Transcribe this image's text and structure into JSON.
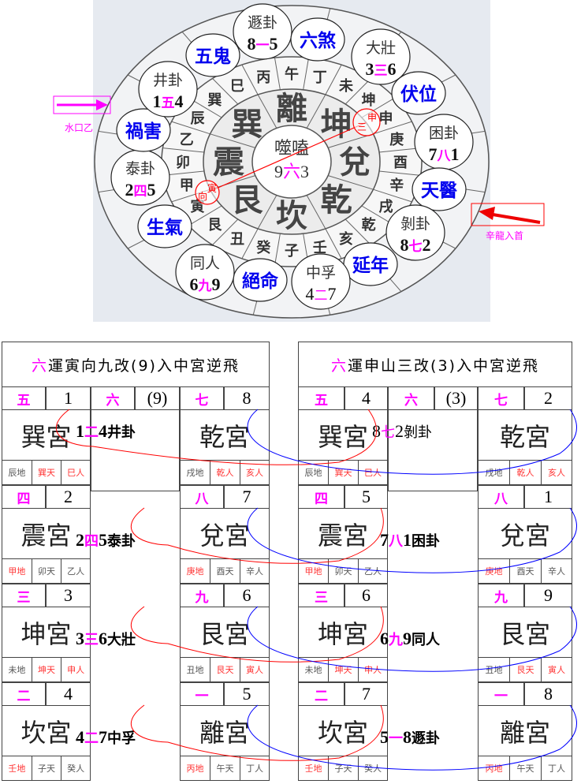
{
  "diagram": {
    "background": "#e6eaf0",
    "center": {
      "name": "噬嗑",
      "left": "9",
      "mid": "六",
      "right": "3"
    },
    "trigrams": [
      "離",
      "坤",
      "兌",
      "乾",
      "坎",
      "艮",
      "震",
      "巽"
    ],
    "mountains": [
      "午",
      "丁",
      "未",
      "坤",
      "申",
      "庚",
      "酉",
      "辛",
      "戌",
      "乾",
      "亥",
      "壬",
      "子",
      "癸",
      "丑",
      "艮",
      "寅",
      "甲",
      "卯",
      "乙",
      "辰",
      "巽",
      "巳",
      "丙"
    ],
    "bubbles": [
      {
        "type": "hex",
        "name": "遯卦",
        "a": "8",
        "mid": "一",
        "b": "5"
      },
      {
        "type": "star",
        "name": "六煞"
      },
      {
        "type": "hex",
        "name": "大壯",
        "a": "3",
        "mid": "三",
        "b": "6"
      },
      {
        "type": "star",
        "name": "伏位"
      },
      {
        "type": "hex",
        "name": "困卦",
        "a": "7",
        "mid": "八",
        "b": "1"
      },
      {
        "type": "star",
        "name": "天醫"
      },
      {
        "type": "hex",
        "name": "剝卦",
        "a": "8",
        "mid": "七",
        "b": "2"
      },
      {
        "type": "star",
        "name": "延年"
      },
      {
        "type": "hex",
        "name": "中孚",
        "a": "4",
        "mid": "二",
        "b": "7",
        "plain": true
      },
      {
        "type": "star",
        "name": "絕命"
      },
      {
        "type": "hex",
        "name": "同人",
        "a": "6",
        "mid": "九",
        "b": "9"
      },
      {
        "type": "star",
        "name": "生氣"
      },
      {
        "type": "hex",
        "name": "泰卦",
        "a": "2",
        "mid": "四",
        "b": "5"
      },
      {
        "type": "star",
        "name": "禍害"
      },
      {
        "type": "hex",
        "name": "井卦",
        "a": "1",
        "mid": "五",
        "b": "4"
      },
      {
        "type": "star",
        "name": "五鬼"
      }
    ],
    "markers": {
      "facing": "向",
      "facing_mountain": "寅",
      "sitting_mountain": "申",
      "sitting_mark": "三"
    },
    "arrows": {
      "water_mouth": "水口乙",
      "dragon": "辛龍入首"
    },
    "colors": {
      "star": "#0000ee",
      "accent": "#ff00ff",
      "marker": "#ff0000"
    }
  },
  "tables": [
    {
      "title_prefix": "六",
      "title": "運寅向九改(9)入中宮逆飛",
      "center": {
        "cn": "六",
        "num": "(9)"
      },
      "rows": [
        {
          "left": {
            "cn": "五",
            "num": "1",
            "palace": "巽宮",
            "subs": [
              {
                "t": "辰地",
                "red": false
              },
              {
                "t": "巽天",
                "red": true
              },
              {
                "t": "巳人",
                "red": true
              }
            ]
          },
          "right": {
            "cn": "七",
            "num": "8",
            "palace": "乾宮",
            "subs": [
              {
                "t": "戌地",
                "red": false
              },
              {
                "t": "乾人",
                "red": true
              },
              {
                "t": "亥人",
                "red": true
              }
            ]
          },
          "annot": {
            "a": "1",
            "mid": "二",
            "b": "4",
            "name": "井卦"
          }
        },
        {
          "left": {
            "cn": "四",
            "num": "2",
            "palace": "震宮",
            "subs": [
              {
                "t": "甲地",
                "red": true
              },
              {
                "t": "卯天",
                "red": false
              },
              {
                "t": "乙人",
                "red": false
              }
            ]
          },
          "right": {
            "cn": "八",
            "num": "7",
            "palace": "兌宮",
            "subs": [
              {
                "t": "庚地",
                "red": true
              },
              {
                "t": "酉天",
                "red": false
              },
              {
                "t": "辛人",
                "red": false
              }
            ]
          },
          "annot": {
            "a": "2",
            "mid": "四",
            "b": "5",
            "name": "泰卦"
          }
        },
        {
          "left": {
            "cn": "三",
            "num": "3",
            "palace": "坤宮",
            "subs": [
              {
                "t": "未地",
                "red": false
              },
              {
                "t": "坤天",
                "red": true
              },
              {
                "t": "申人",
                "red": true
              }
            ]
          },
          "right": {
            "cn": "九",
            "num": "6",
            "palace": "艮宮",
            "subs": [
              {
                "t": "丑地",
                "red": false
              },
              {
                "t": "艮天",
                "red": true
              },
              {
                "t": "寅人",
                "red": true
              }
            ]
          },
          "annot": {
            "a": "3",
            "mid": "三",
            "b": "6",
            "name": "大壯"
          }
        },
        {
          "left": {
            "cn": "二",
            "num": "4",
            "palace": "坎宮",
            "subs": [
              {
                "t": "壬地",
                "red": true
              },
              {
                "t": "子天",
                "red": false
              },
              {
                "t": "癸人",
                "red": false
              }
            ]
          },
          "right": {
            "cn": "一",
            "num": "5",
            "palace": "離宮",
            "subs": [
              {
                "t": "丙地",
                "red": true
              },
              {
                "t": "午天",
                "red": false
              },
              {
                "t": "丁人",
                "red": false
              }
            ]
          },
          "annot": {
            "a": "4",
            "mid": "二",
            "b": "7",
            "name": "中孚"
          }
        }
      ]
    },
    {
      "title_prefix": "六",
      "title": "運申山三改(3)入中宮逆飛",
      "center": {
        "cn": "六",
        "num": "(3)"
      },
      "rows": [
        {
          "left": {
            "cn": "五",
            "num": "4",
            "palace": "巽宮",
            "subs": [
              {
                "t": "辰地",
                "red": false
              },
              {
                "t": "巽天",
                "red": true
              },
              {
                "t": "巳人",
                "red": true
              }
            ]
          },
          "right": {
            "cn": "七",
            "num": "2",
            "palace": "乾宮",
            "subs": [
              {
                "t": "戌地",
                "red": false
              },
              {
                "t": "乾人",
                "red": true
              },
              {
                "t": "亥人",
                "red": true
              }
            ]
          },
          "annot": {
            "a": "8",
            "mid": "七",
            "b": "2",
            "name": "剝卦",
            "plain": true
          }
        },
        {
          "left": {
            "cn": "四",
            "num": "5",
            "palace": "震宮",
            "subs": [
              {
                "t": "甲地",
                "red": true
              },
              {
                "t": "卯天",
                "red": false
              },
              {
                "t": "乙人",
                "red": false
              }
            ]
          },
          "right": {
            "cn": "八",
            "num": "1",
            "palace": "兌宮",
            "subs": [
              {
                "t": "庚地",
                "red": true
              },
              {
                "t": "酉天",
                "red": false
              },
              {
                "t": "辛人",
                "red": false
              }
            ]
          },
          "annot": {
            "a": "7",
            "mid": "八",
            "b": "1",
            "name": "困卦"
          }
        },
        {
          "left": {
            "cn": "三",
            "num": "6",
            "palace": "坤宮",
            "subs": [
              {
                "t": "未地",
                "red": false
              },
              {
                "t": "坤天",
                "red": true
              },
              {
                "t": "申人",
                "red": true
              }
            ]
          },
          "right": {
            "cn": "九",
            "num": "9",
            "palace": "艮宮",
            "subs": [
              {
                "t": "丑地",
                "red": false
              },
              {
                "t": "艮天",
                "red": true
              },
              {
                "t": "寅人",
                "red": true
              }
            ]
          },
          "annot": {
            "a": "6",
            "mid": "九",
            "b": "9",
            "name": "同人"
          }
        },
        {
          "left": {
            "cn": "二",
            "num": "7",
            "palace": "坎宮",
            "subs": [
              {
                "t": "壬地",
                "red": true
              },
              {
                "t": "子天",
                "red": false
              },
              {
                "t": "癸人",
                "red": false
              }
            ]
          },
          "right": {
            "cn": "一",
            "num": "8",
            "palace": "離宮",
            "subs": [
              {
                "t": "丙地",
                "red": true
              },
              {
                "t": "午天",
                "red": false
              },
              {
                "t": "丁人",
                "red": false
              }
            ]
          },
          "annot": {
            "a": "5",
            "mid": "一",
            "b": "8",
            "name": "遯卦"
          }
        }
      ]
    }
  ]
}
